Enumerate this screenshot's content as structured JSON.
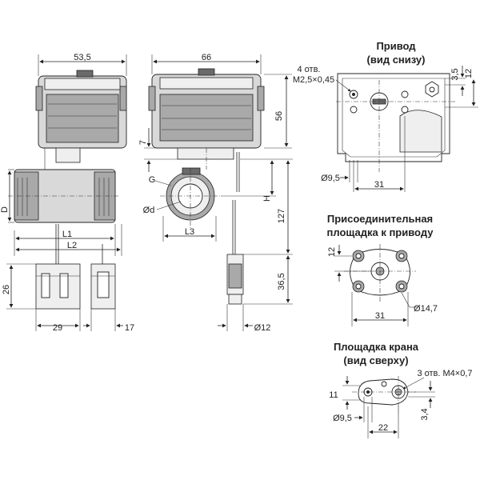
{
  "headings": {
    "actuator_line1": "Привод",
    "actuator_line2": "(вид снизу)",
    "mount_line1": "Присоединительная",
    "mount_line2": "площадка к приводу",
    "valve_line1": "Площадка крана",
    "valve_line2": "(вид сверху)"
  },
  "dimensions": {
    "width_side": "53,5",
    "width_front": "66",
    "height_actuator": "56",
    "gap_7": "7",
    "height_127": "127",
    "label_h": "H",
    "label_g": "G",
    "label_d_inner": "Ød",
    "label_d": "D",
    "label_l1": "L1",
    "label_l2": "L2",
    "label_l3": "L3",
    "conn_height": "26",
    "conn_width": "29",
    "conn_depth": "17",
    "cable_36": "36,5",
    "cable_dia": "Ø12",
    "holes_note_line1": "4 отв.",
    "holes_note_line2": "M2,5×0,45",
    "act_3_5": "3,5",
    "act_12": "12",
    "act_dia_9_5": "Ø9,5",
    "act_31": "31",
    "mount_12": "12",
    "mount_dia_14_7": "Ø14,7",
    "mount_31": "31",
    "valve_holes_note": "3 отв. M4×0,7",
    "valve_11": "11",
    "valve_3_4": "3,4",
    "valve_dia_9_5": "Ø9,5",
    "valve_22": "22"
  }
}
